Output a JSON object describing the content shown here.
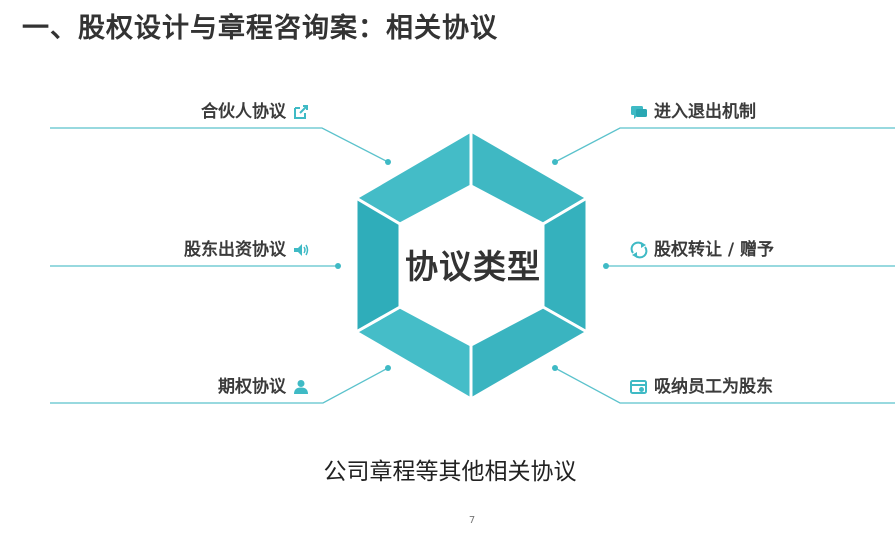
{
  "title": "一、股权设计与章程咨询案：相关协议",
  "center_label": "协议类型",
  "colors": {
    "accent": "#3fbac5",
    "accent_dark": "#2aa7b3",
    "text": "#3b3b3b"
  },
  "items_left": [
    {
      "label": "合伙人协议",
      "icon": "share-icon"
    },
    {
      "label": "股东出资协议",
      "icon": "speaker-icon"
    },
    {
      "label": "期权协议",
      "icon": "user-icon"
    }
  ],
  "items_right": [
    {
      "label": "进入退出机制",
      "icon": "chat-icon"
    },
    {
      "label": "股权转让 / 赠予",
      "icon": "transfer-icon"
    },
    {
      "label": "吸纳员工为股东",
      "icon": "card-icon"
    }
  ],
  "footer": "公司章程等其他相关协议",
  "page_number": "7"
}
